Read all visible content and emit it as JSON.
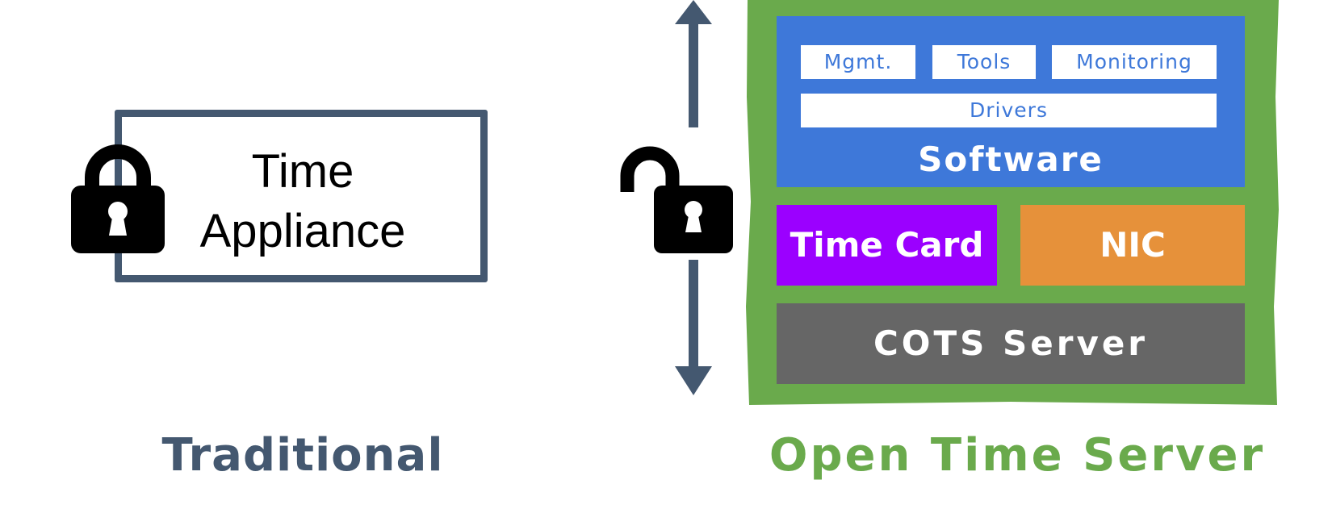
{
  "traditional": {
    "appliance_line1": "Time",
    "appliance_line2": "Appliance",
    "caption": "Traditional"
  },
  "open_time_server": {
    "software": {
      "chips": {
        "mgmt": "Mgmt.",
        "tools": "Tools",
        "monitoring": "Monitoring",
        "drivers": "Drivers"
      },
      "label": "Software"
    },
    "time_card": "Time Card",
    "nic": "NIC",
    "cots_server": "COTS Server",
    "caption": "Open Time Server"
  },
  "colors": {
    "slate": "#445870",
    "frame_green": "#6aaa4c",
    "software_blue": "#3e78d9",
    "time_card_purple": "#9b00ff",
    "nic_orange": "#e6913a",
    "cots_gray": "#666666"
  },
  "icons": {
    "traditional_lock": "lock-closed-icon",
    "open_lock": "lock-open-icon",
    "scale_arrow": "double-arrow-vertical-icon"
  }
}
